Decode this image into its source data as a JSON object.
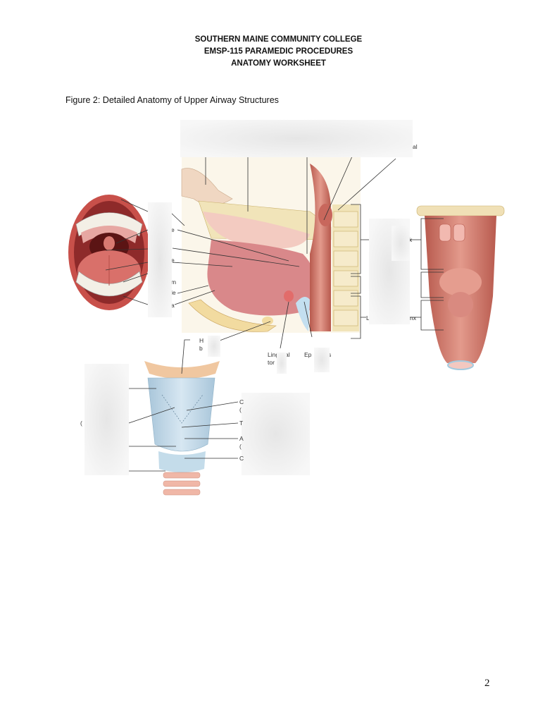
{
  "header": {
    "line1": "SOUTHERN MAINE COMMUNITY COLLEGE",
    "line2": "EMSP-115 PARAMEDIC PROCEDURES",
    "line3": "ANATOMY WORKSHEET"
  },
  "figure_caption": "Figure 2: Detailed Anatomy of Upper Airway Structures",
  "page_number": "2",
  "fragments": {
    "f_al": "al",
    "f_e1": "e",
    "f_e2": "e",
    "f_m": "m",
    "f_le": "le",
    "f_a": "a",
    "f_k": "k",
    "f_la": "La",
    "f_nx": "nx",
    "f_h": "H",
    "f_b": "b",
    "f_lingual_a": "Ling",
    "f_lingual_b": "al",
    "f_tor": "tor",
    "f_ep_a": "Ep",
    "f_ep_b": "s",
    "f_paren": "(",
    "f_c1": "C",
    "f_c1b": "(",
    "f_t": "T",
    "f_a2": "A",
    "f_a2b": "(",
    "f_c2": "C"
  }
}
